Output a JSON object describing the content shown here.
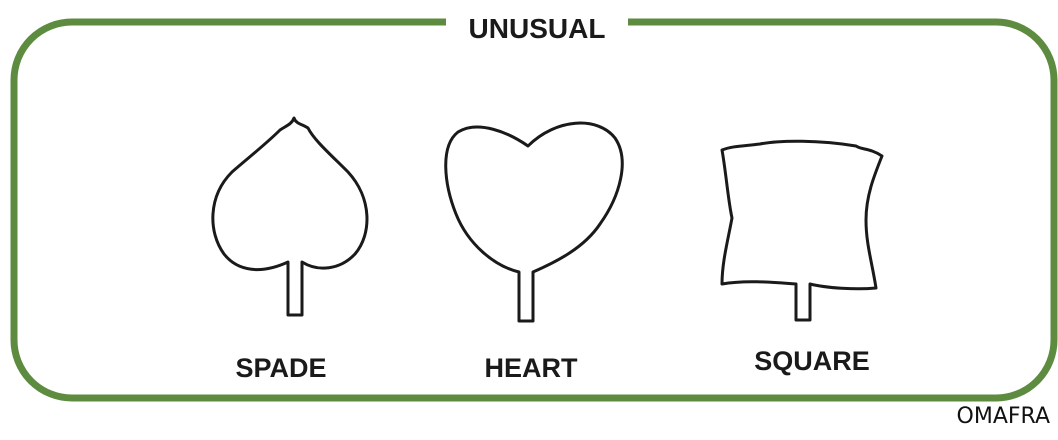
{
  "diagram": {
    "title": "UNUSUAL",
    "frame_color": "#5d8b3f",
    "stroke_color": "#1a1a1a",
    "shapes": [
      {
        "label": "SPADE"
      },
      {
        "label": "HEART"
      },
      {
        "label": "SQUARE"
      }
    ]
  },
  "credit": "OMAFRA"
}
